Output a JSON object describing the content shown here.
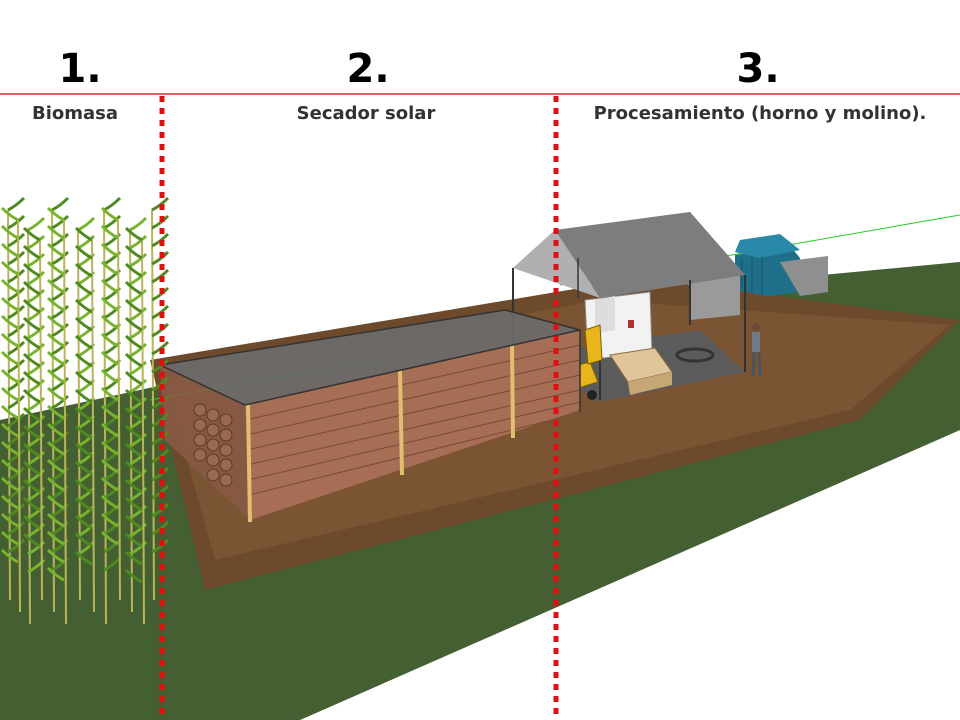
{
  "sections": [
    {
      "number": "1.",
      "label": "Biomasa"
    },
    {
      "number": "2.",
      "label": "Secador solar"
    },
    {
      "number": "3.",
      "label": "Procesamiento (horno y molino)."
    }
  ],
  "colors": {
    "divider": "#e01010",
    "header_rule": "#d63030",
    "grass": "#3f5b30",
    "soil": "#6e4a2c",
    "wood": "#a56e55",
    "bamboo": "#6aa02a",
    "roof": "#8a8a8a",
    "tank": "#1f6f8a"
  },
  "icons": [
    "bamboo-icon",
    "log-pile-icon",
    "solar-dryer-icon",
    "processing-shed-icon",
    "oven-icon",
    "mill-icon",
    "worker-icon",
    "water-tank-icon"
  ]
}
